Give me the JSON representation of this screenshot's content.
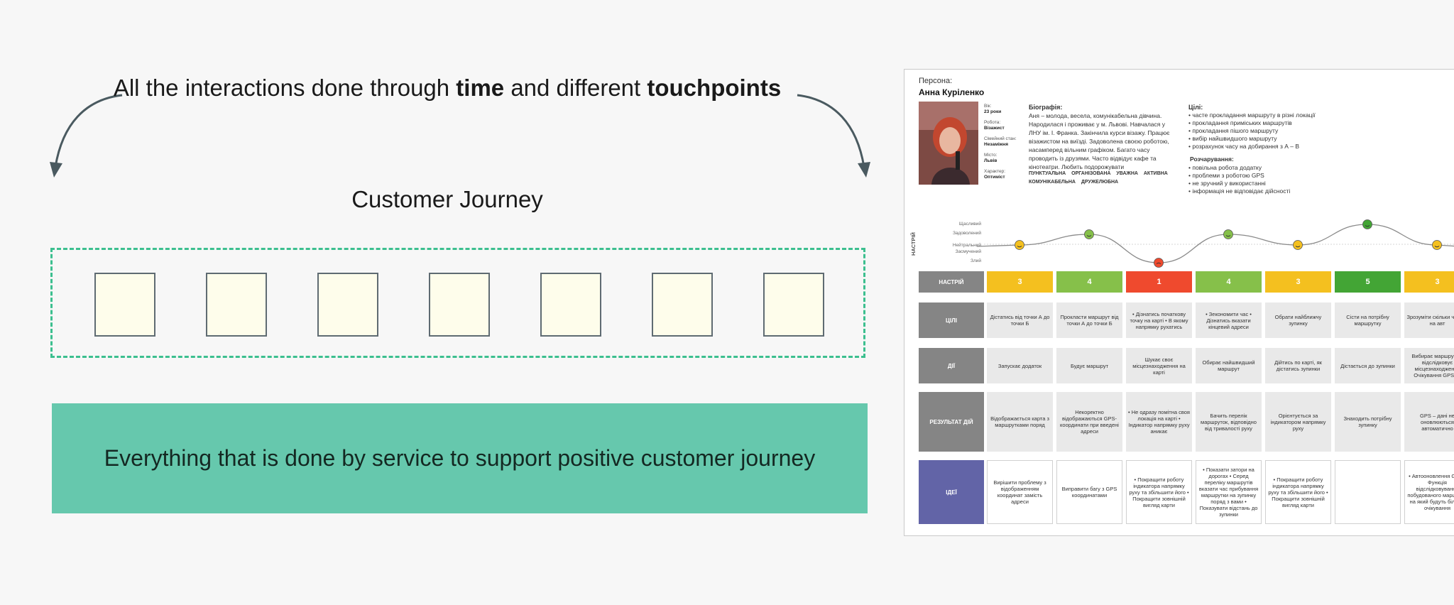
{
  "headline": {
    "part1": "All the interactions done through ",
    "bold1": "time",
    "part2": " and different ",
    "bold2": "touchpoints"
  },
  "customer_journey_title": "Customer Journey",
  "journey_steps": 7,
  "banner_text": "Everything that is done by service to support positive customer journey",
  "colors": {
    "dashed_border": "#3cbf8f",
    "banner": "#66c8ad",
    "step_fill": "#fefdeb",
    "arrow": "#4a5a60",
    "mood_3": "#f4c01f",
    "mood_4": "#86c04a",
    "mood_1": "#ef4a2e",
    "mood_5": "#43a535",
    "ideas_label": "#6264a7"
  },
  "persona": {
    "label": "Персона:",
    "name": "Анна Куріленко",
    "facts": [
      {
        "k": "Вік:",
        "v": "23 роки"
      },
      {
        "k": "Робота:",
        "v": "Візажист"
      },
      {
        "k": "Сімейний стан:",
        "v": "Незаміжня"
      },
      {
        "k": "Місто:",
        "v": "Львів"
      },
      {
        "k": "Характер:",
        "v": "Оптиміст"
      }
    ],
    "bio_heading": "Біографія:",
    "bio": "Аня – молода, весела, комунікабельна дівчина. Народилася і проживає у м. Львові. Навчалася у ЛНУ ім. І. Франка. Закінчила курси візажу. Працює візажистом на виїзді. Задоволена своєю роботою, насамперед вільним графіком. Багато часу проводить із друзями. Часто відвідує кафе та кінотеатри. Любить подорожувати",
    "traits": "ПУНКТУАЛЬНА ОРГАНІЗОВАНА УВАЖНА АКТИВНА КОМУНІКАБЕЛЬНА ДРУЖЕЛЮБНА",
    "goals_heading": "Цілі:",
    "goals": [
      "• часте прокладання маршруту в різні локації",
      "• прокладання приміських маршрутів",
      "• прокладання пішого маршруту",
      "• вибір найшвидшого маршруту",
      "• розрахунок часу на добирання з А – В"
    ],
    "frustrations_heading": "Розчарування:",
    "frustrations": [
      "• повільна робота додатку",
      "• проблеми з роботою GPS",
      "• не зручний у використанні",
      "• інформація не відповідає дійсності"
    ]
  },
  "mood": {
    "axis_title": "НАСТРІЙ",
    "levels": [
      "Щасливий",
      "Задоволений",
      "Нейтральний",
      "Засмучений",
      "Злий"
    ],
    "scores": [
      3,
      4,
      1,
      4,
      3,
      5,
      3
    ]
  },
  "rows": {
    "mood_label": "НАСТРІЙ",
    "goals_label": "ЦІЛІ",
    "actions_label": "ДІЇ",
    "results_label": "РЕЗУЛЬТАТ ДІЙ",
    "ideas_label": "ІДЕЇ"
  },
  "goals_cells": [
    "Дістатись від точки А до точки Б",
    "Прокласти маршрут від точки А до точки Б",
    "• Дізнатись початкову точку на карті • В якому напрямку рухатись",
    "• Зекономити час • Дізнатись вказати кінцевий адреси",
    "Обрати найближчу зупинку",
    "Сісти на потрібну маршрутку",
    "Зрозуміти скільки чекати на авт"
  ],
  "actions_cells": [
    "Запускає додаток",
    "Будує маршрут",
    "Шукає своє місцезнаходження на карті",
    "Обирає найшвидший маршрут",
    "Дійтись по карті, як дістатись зупинки",
    "Дістається до зупинки",
    "Вибирає маршрут та відслідковує місцезнаходження Очікування GPS тр"
  ],
  "results_cells": [
    "Відображається карта з маршрутками поряд",
    "Некоректно відображаються GPS-координати при введені адреси",
    "• Не одразу помітна своя локація на карті • Індикатор напрямку руху аникає",
    "Бачить перелік маршруток, відповідно від тривалості руху",
    "Орієнтується за індикатором напрямку руху",
    "Знаходить потрібну зупинку",
    "GPS – дані не оновлюються автоматично"
  ],
  "ideas_cells": [
    "Вирішити проблему з відображенням координат замість адреси",
    "Виправити багу з GPS координатами",
    "• Покращити роботу індикатора напрямку руху та збільшити його • Покращити зовнішній вигляд карти",
    "• Показати затори на дорогах • Серед переліку маршрутів вказати час прибування маршрутки на зупинку поряд з вами • Показувати відстань до зупинки",
    "• Покращити роботу індикатора напрямку руху та збільшити його • Покращити зовнішній вигляд карти",
    "",
    "• Автооновлення GPS • Функція відслідковування побудованого маршруту на який будуть більше очікування"
  ]
}
